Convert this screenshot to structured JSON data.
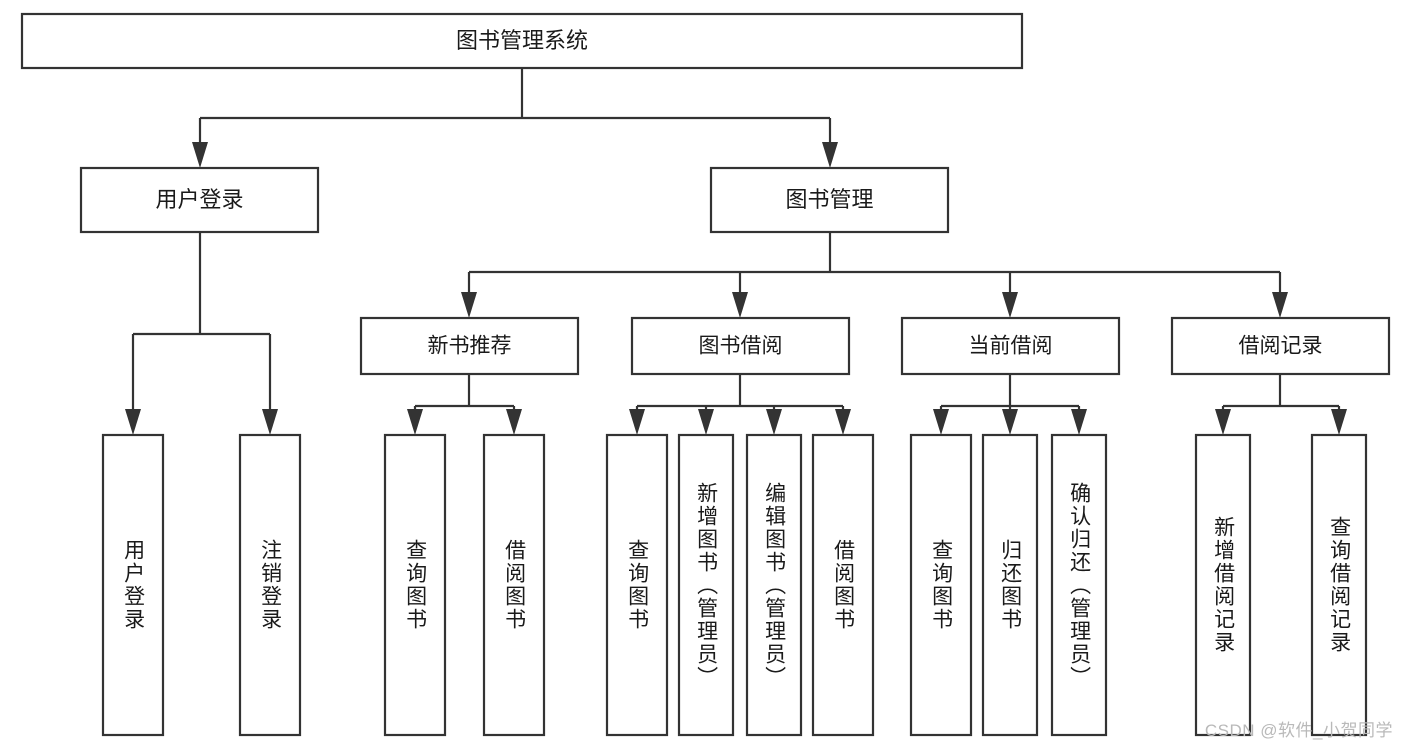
{
  "diagram": {
    "title": "图书管理系统",
    "type": "tree-hierarchy",
    "orientation": "top-down",
    "root": {
      "label": "图书管理系统",
      "children": [
        {
          "label": "用户登录",
          "children": [
            {
              "label": "用户登录"
            },
            {
              "label": "注销登录"
            }
          ]
        },
        {
          "label": "图书管理",
          "children": [
            {
              "label": "新书推荐",
              "children": [
                {
                  "label": "查询图书"
                },
                {
                  "label": "借阅图书"
                }
              ]
            },
            {
              "label": "图书借阅",
              "children": [
                {
                  "label": "查询图书"
                },
                {
                  "label": "新增图书（管理员）"
                },
                {
                  "label": "编辑图书（管理员）"
                },
                {
                  "label": "借阅图书"
                }
              ]
            },
            {
              "label": "当前借阅",
              "children": [
                {
                  "label": "查询图书"
                },
                {
                  "label": "归还图书"
                },
                {
                  "label": "确认归还（管理员）"
                }
              ]
            },
            {
              "label": "借阅记录",
              "children": [
                {
                  "label": "新增借阅记录"
                },
                {
                  "label": "查询借阅记录"
                }
              ]
            }
          ]
        }
      ]
    }
  },
  "nodes": {
    "root": "图书管理系统",
    "l1": {
      "user_login": "用户登录",
      "book_manage": "图书管理"
    },
    "l2": {
      "new_book_rec": "新书推荐",
      "book_borrow": "图书借阅",
      "current_borrow": "当前借阅",
      "borrow_record": "借阅记录"
    },
    "leaf": {
      "user_login": "用户登录",
      "logout": "注销登录",
      "rec_query_book": "查询图书",
      "rec_borrow_book": "借阅图书",
      "brw_query_book": "查询图书",
      "brw_add_book": "新增图书（管理员）",
      "brw_edit_book": "编辑图书（管理员）",
      "brw_borrow_book": "借阅图书",
      "cur_query_book": "查询图书",
      "cur_return_book": "归还图书",
      "cur_confirm_return": "确认归还（管理员）",
      "rec_add_record": "新增借阅记录",
      "rec_query_record": "查询借阅记录"
    }
  },
  "watermark": {
    "text": "CSDN @软件_小贺同学"
  },
  "colors": {
    "stroke": "#333333",
    "box_fill": "#ffffff",
    "text": "#1a1a1a",
    "watermark": "#b9b9b9",
    "background": "#ffffff"
  }
}
